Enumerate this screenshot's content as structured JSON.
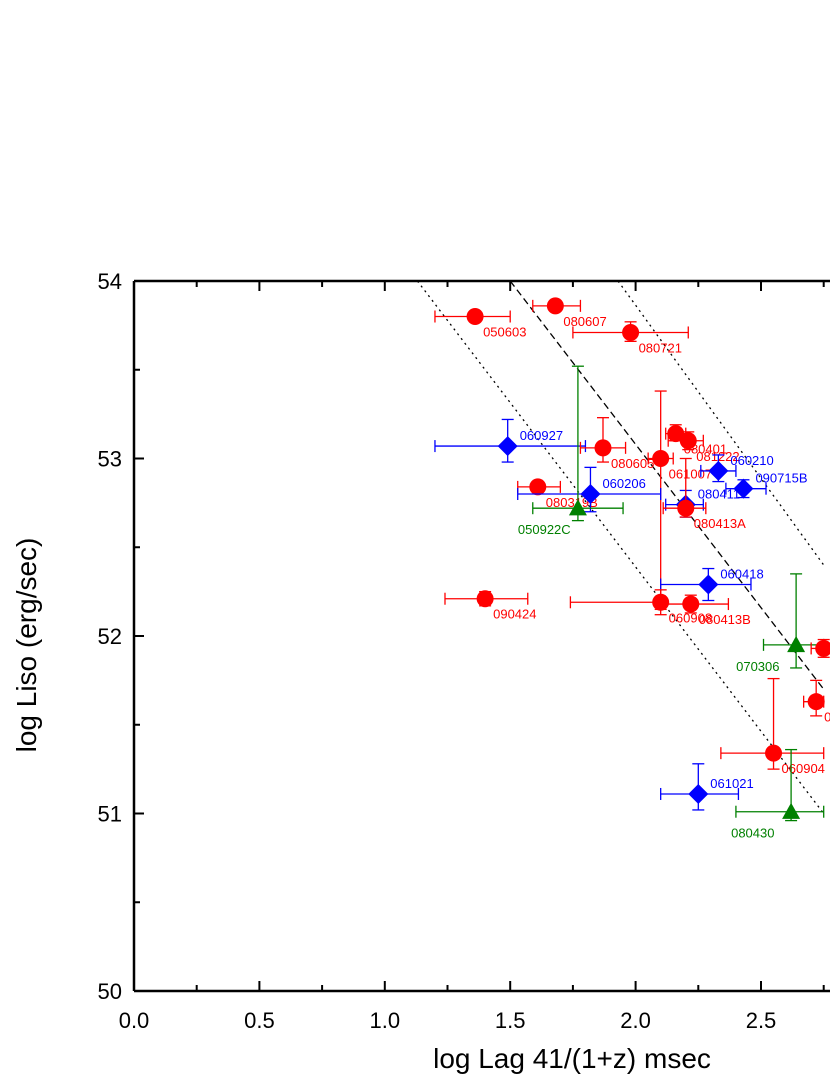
{
  "chart_data": {
    "type": "scatter",
    "title": "",
    "xlabel": "log Lag 41/(1+z)  msec",
    "ylabel": "log Liso (erg/sec)",
    "xlim": [
      0.0,
      2.75
    ],
    "ylim": [
      50,
      54
    ],
    "x_ticks": [
      "0.0",
      "0.5",
      "1.0",
      "1.5",
      "2.0",
      "2.5"
    ],
    "y_ticks": [
      "50",
      "51",
      "52",
      "53",
      "54"
    ],
    "colors": {
      "red": "#ff0000",
      "blue": "#0000ff",
      "green": "#008000"
    },
    "markers": {
      "red": "circle",
      "blue": "diamond",
      "green": "triangle"
    },
    "lines": [
      {
        "style": "dashed",
        "x": [
          1.5,
          2.75
        ],
        "y": [
          54.0,
          51.7
        ]
      },
      {
        "style": "dotted",
        "x": [
          1.13,
          2.75
        ],
        "y": [
          54.0,
          51.0
        ]
      },
      {
        "style": "dotted",
        "x": [
          1.93,
          2.75
        ],
        "y": [
          54.0,
          52.4
        ]
      }
    ],
    "points": [
      {
        "label": "050603",
        "color": "red",
        "x": 1.36,
        "y": 53.8,
        "xerr": [
          1.2,
          1.5
        ],
        "yerr": [
          53.78,
          53.82
        ]
      },
      {
        "label": "080607",
        "color": "red",
        "x": 1.68,
        "y": 53.86,
        "xerr": [
          1.59,
          1.78
        ],
        "yerr": [
          53.84,
          53.88
        ]
      },
      {
        "label": "080721",
        "color": "red",
        "x": 1.98,
        "y": 53.71,
        "xerr": [
          1.75,
          2.21
        ],
        "yerr": [
          53.66,
          53.77
        ]
      },
      {
        "label": "060927",
        "color": "blue",
        "x": 1.49,
        "y": 53.07,
        "xerr": [
          1.2,
          1.8
        ],
        "yerr": [
          52.98,
          53.22
        ]
      },
      {
        "label": "080605",
        "color": "red",
        "x": 1.87,
        "y": 53.06,
        "xerr": [
          1.78,
          1.96
        ],
        "yerr": [
          52.98,
          53.23
        ]
      },
      {
        "label": "061007",
        "color": "red",
        "x": 2.1,
        "y": 53.0,
        "xerr": [
          2.05,
          2.15
        ],
        "yerr": [
          52.15,
          53.38
        ]
      },
      {
        "label": "080401",
        "color": "red",
        "x": 2.16,
        "y": 53.14,
        "xerr": [
          2.12,
          2.2
        ],
        "yerr": [
          53.1,
          53.19
        ]
      },
      {
        "label": "081222",
        "color": "red",
        "x": 2.21,
        "y": 53.1,
        "xerr": [
          2.13,
          2.27
        ],
        "yerr": [
          53.05,
          53.15
        ]
      },
      {
        "label": "060210",
        "color": "blue",
        "x": 2.33,
        "y": 52.93,
        "xerr": [
          2.26,
          2.4
        ],
        "yerr": [
          52.87,
          53.02
        ]
      },
      {
        "label": "090715B",
        "color": "blue",
        "x": 2.43,
        "y": 52.83,
        "xerr": [
          2.36,
          2.52
        ],
        "yerr": [
          52.78,
          52.88
        ]
      },
      {
        "label": "080319B",
        "color": "red",
        "x": 1.61,
        "y": 52.84,
        "xerr": [
          1.53,
          1.7
        ],
        "yerr": [
          52.82,
          52.86
        ]
      },
      {
        "label": "060206",
        "color": "blue",
        "x": 1.82,
        "y": 52.8,
        "xerr": [
          1.53,
          2.1
        ],
        "yerr": [
          52.7,
          52.95
        ]
      },
      {
        "label": "080411",
        "color": "blue",
        "x": 2.2,
        "y": 52.74,
        "xerr": [
          2.12,
          2.27
        ],
        "yerr": [
          52.67,
          52.82
        ]
      },
      {
        "label": "080413A",
        "color": "red",
        "x": 2.2,
        "y": 52.72,
        "xerr": [
          2.11,
          2.28
        ],
        "yerr": [
          52.67,
          53.0
        ]
      },
      {
        "label": "050922C",
        "color": "green",
        "x": 1.77,
        "y": 52.72,
        "xerr": [
          1.59,
          1.95
        ],
        "yerr": [
          52.65,
          53.52
        ]
      },
      {
        "label": "060418",
        "color": "blue",
        "x": 2.29,
        "y": 52.29,
        "xerr": [
          2.1,
          2.46
        ],
        "yerr": [
          52.2,
          52.38
        ]
      },
      {
        "label": "090424",
        "color": "red",
        "x": 1.4,
        "y": 52.21,
        "xerr": [
          1.24,
          1.57
        ],
        "yerr": [
          52.17,
          52.25
        ]
      },
      {
        "label": "060908",
        "color": "red",
        "x": 2.1,
        "y": 52.19,
        "xerr": [
          1.74,
          2.11
        ],
        "yerr": [
          52.12,
          52.26
        ]
      },
      {
        "label": "080413B",
        "color": "red",
        "x": 2.22,
        "y": 52.18,
        "xerr": [
          2.1,
          2.37
        ],
        "yerr": [
          52.13,
          52.23
        ]
      },
      {
        "label": "070306",
        "color": "green",
        "x": 2.64,
        "y": 51.95,
        "xerr": [
          2.51,
          2.75
        ],
        "yerr": [
          51.82,
          52.35
        ]
      },
      {
        "label": "",
        "color": "red",
        "x": 2.75,
        "y": 51.93,
        "xerr": [
          2.7,
          2.75
        ],
        "yerr": [
          51.88,
          51.98
        ]
      },
      {
        "label": "0",
        "color": "red",
        "x": 2.72,
        "y": 51.63,
        "xerr": [
          2.67,
          2.75
        ],
        "yerr": [
          51.55,
          51.75
        ]
      },
      {
        "label": "060904",
        "color": "red",
        "x": 2.55,
        "y": 51.34,
        "xerr": [
          2.34,
          2.75
        ],
        "yerr": [
          51.25,
          51.76
        ]
      },
      {
        "label": "061021",
        "color": "blue",
        "x": 2.25,
        "y": 51.11,
        "xerr": [
          2.1,
          2.41
        ],
        "yerr": [
          51.02,
          51.28
        ]
      },
      {
        "label": "080430",
        "color": "green",
        "x": 2.62,
        "y": 51.01,
        "xerr": [
          2.4,
          2.75
        ],
        "yerr": [
          50.96,
          51.36
        ]
      }
    ]
  }
}
